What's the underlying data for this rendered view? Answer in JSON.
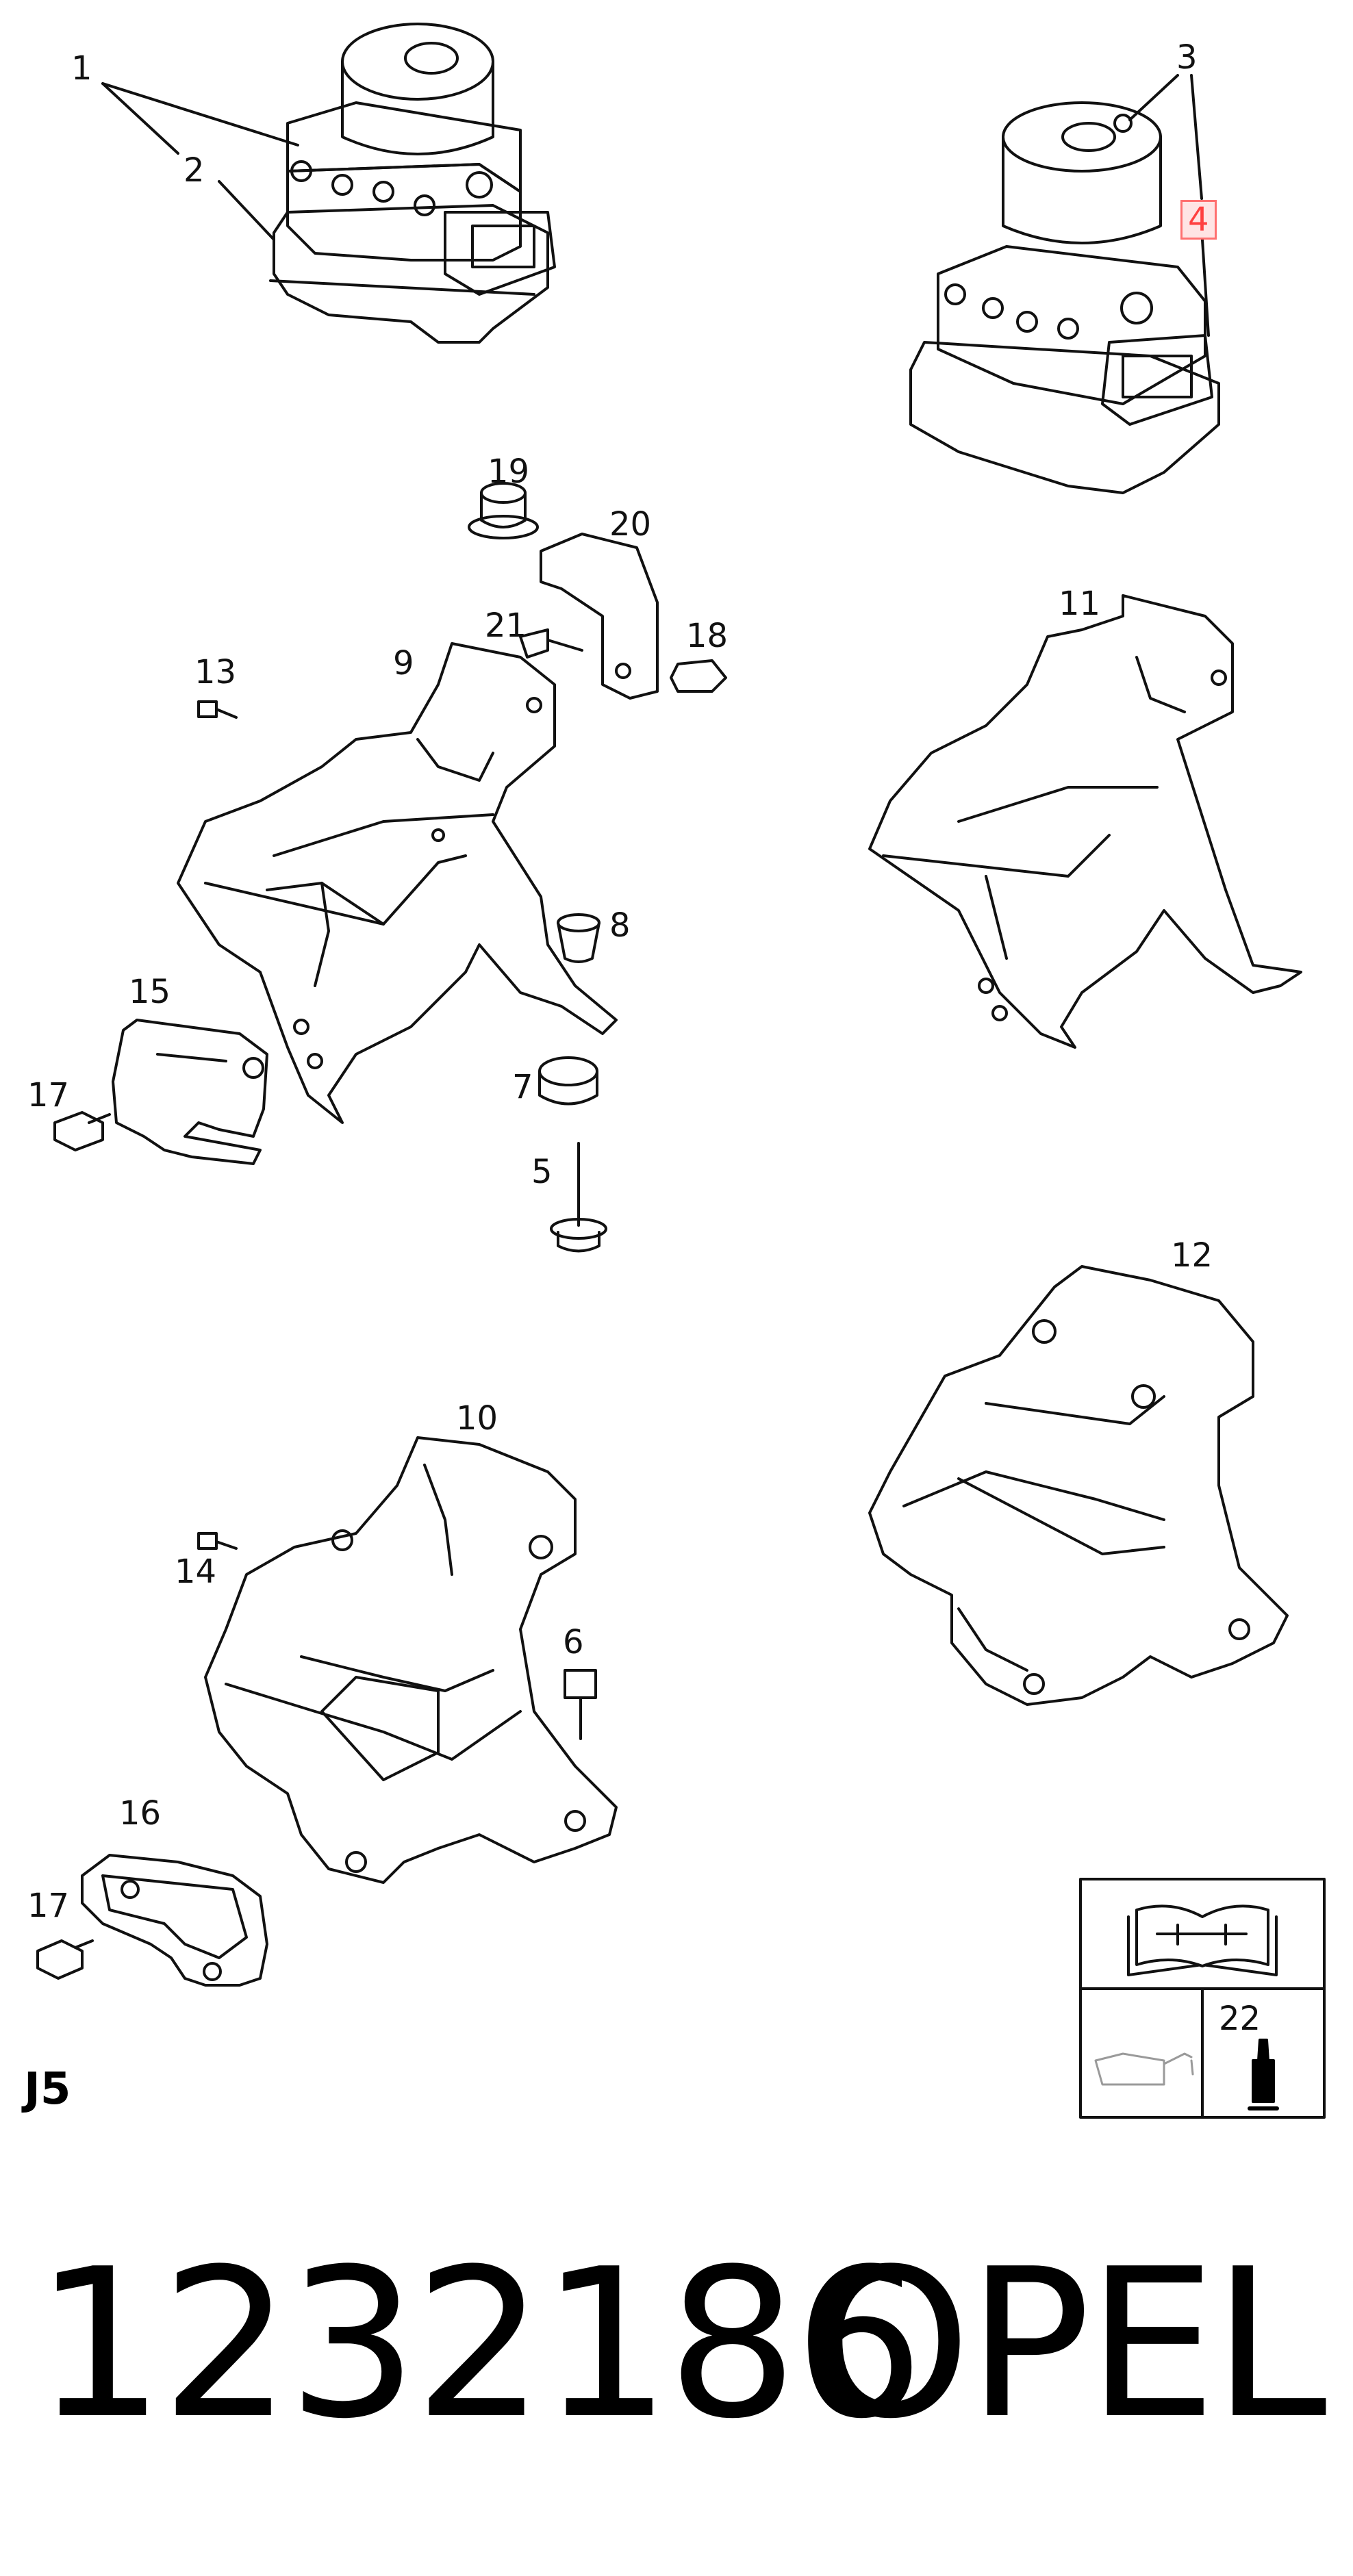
{
  "callouts": [
    "1",
    "2",
    "3",
    "4",
    "5",
    "6",
    "7",
    "8",
    "9",
    "10",
    "11",
    "12",
    "13",
    "14",
    "15",
    "16",
    "17",
    "17",
    "18",
    "19",
    "20",
    "21",
    "22"
  ],
  "highlight_color": "#ff4040",
  "section_code": "J5",
  "part_number": "1232186",
  "brand": "OPEL",
  "legend_icons": [
    "repair-manual-icon",
    "oil-can-icon",
    "adhesive-bottle-icon"
  ]
}
